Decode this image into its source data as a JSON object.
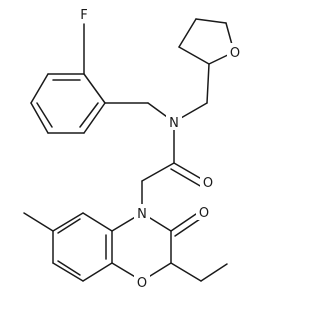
{
  "molecule": {
    "atom_labels": {
      "fluorine": "F",
      "amide_nitrogen": "N",
      "oxolane_oxygen": "O",
      "amide_oxygen": "O",
      "ring_nitrogen": "N",
      "lactam_oxygen": "O",
      "benzoxazine_oxygen": "O"
    }
  }
}
